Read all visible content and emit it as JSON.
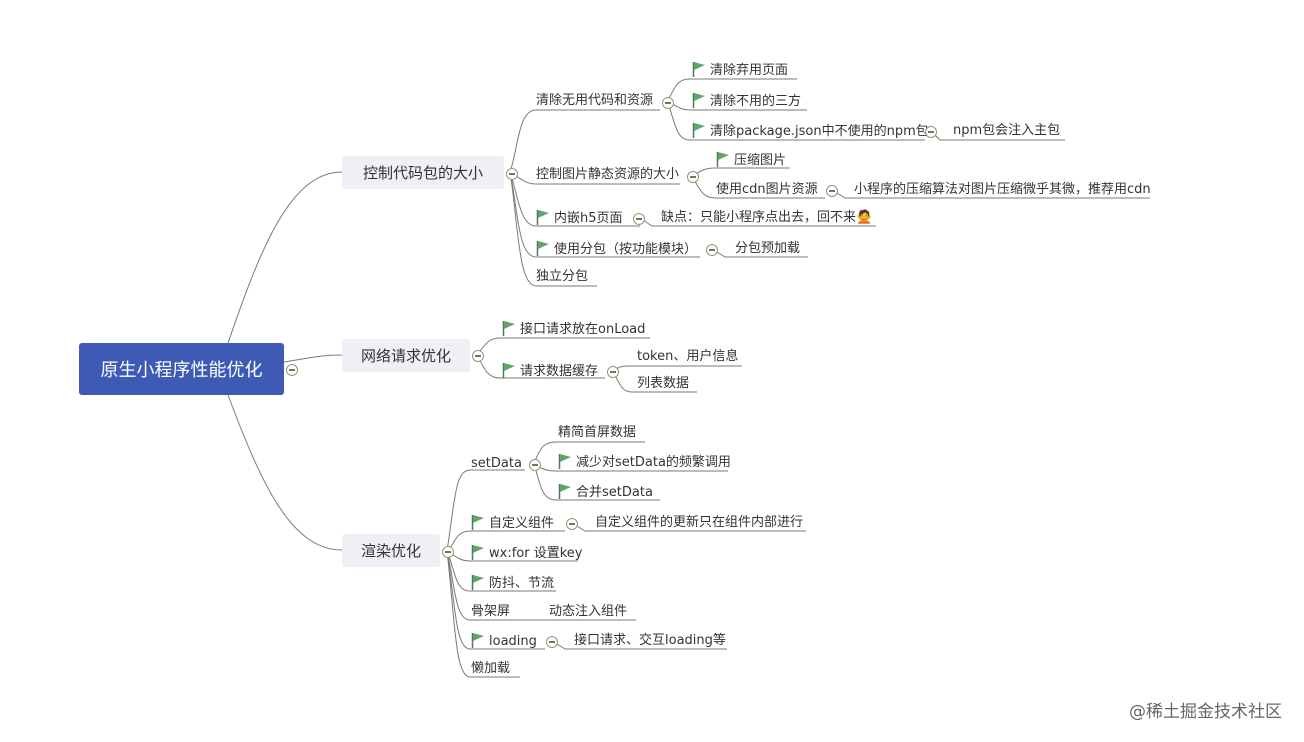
{
  "root": {
    "label": "原生小程序性能优化"
  },
  "branches": {
    "code": {
      "label": "控制代码包的大小",
      "clean": {
        "label": "清除无用代码和资源",
        "items": [
          "清除弃用页面",
          "清除不用的三方",
          "清除package.json中不使用的npm包"
        ],
        "npm_note": "npm包会注入主包"
      },
      "images": {
        "label": "控制图片静态资源的大小",
        "compress": "压缩图片",
        "cdn": "使用cdn图片资源",
        "cdn_note": "小程序的压缩算法对图片压缩微乎其微，推荐用cdn"
      },
      "h5": {
        "label": "内嵌h5页面",
        "note": "缺点：只能小程序点出去，回不来🙅"
      },
      "subpkg": {
        "label": "使用分包（按功能模块）",
        "note": "分包预加载"
      },
      "independent": "独立分包"
    },
    "network": {
      "label": "网络请求优化",
      "onload": "接口请求放在onLoad",
      "cache": {
        "label": "请求数据缓存",
        "items": [
          "token、用户信息",
          "列表数据"
        ]
      }
    },
    "render": {
      "label": "渲染优化",
      "setdata": {
        "label": "setData",
        "items": [
          "精简首屏数据",
          "减少对setData的频繁调用",
          "合并setData"
        ]
      },
      "custom": {
        "label": "自定义组件",
        "note": "自定义组件的更新只在组件内部进行"
      },
      "wxfor": "wx:for 设置key",
      "debounce": "防抖、节流",
      "skeleton": {
        "label": "骨架屏",
        "note": "动态注入组件"
      },
      "loading": {
        "label": "loading",
        "note": "接口请求、交互loading等"
      },
      "lazy": "懒加载"
    }
  },
  "colors": {
    "root": "#3e5ab4",
    "main_bg": "#eef0f5",
    "line": "#7a7a7a",
    "flag": "#5fa56a"
  },
  "watermark": "@稀土掘金技术社区"
}
